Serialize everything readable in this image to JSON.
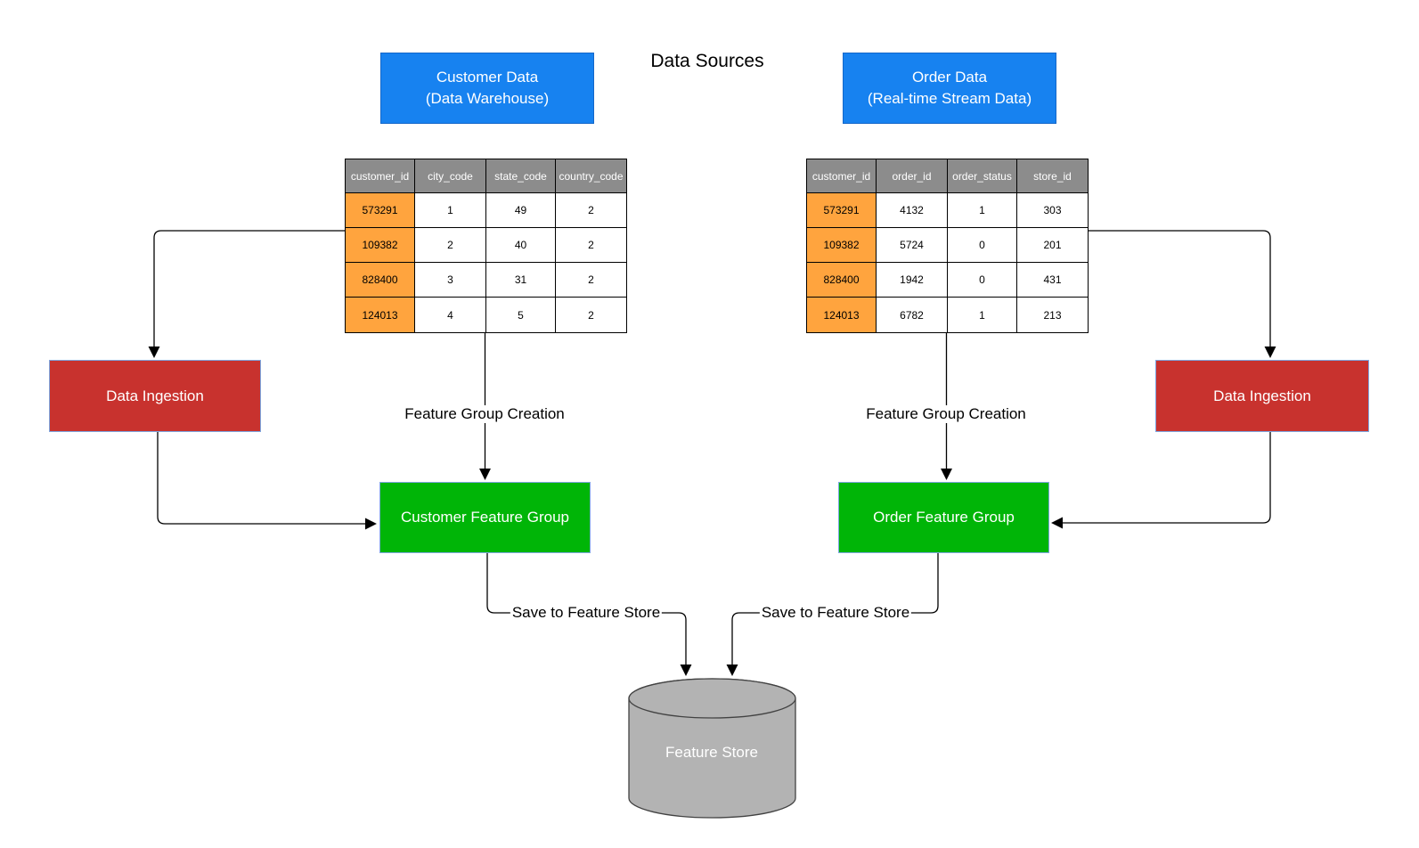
{
  "title": "Data Sources",
  "colors": {
    "source_blue": "#1782F0",
    "ingestion_red": "#C8322E",
    "feature_group_green": "#00B507",
    "key_column_orange": "#FFA43E",
    "table_header_gray": "#8C8C8C",
    "feature_store_gray": "#B3B3B3"
  },
  "sources": {
    "customer": {
      "line1": "Customer Data",
      "line2": "(Data Warehouse)"
    },
    "order": {
      "line1": "Order Data",
      "line2": "(Real-time Stream Data)"
    }
  },
  "tables": {
    "customer": {
      "headers": [
        "customer_id",
        "city_code",
        "state_code",
        "country_code"
      ],
      "rows": [
        [
          "573291",
          "1",
          "49",
          "2"
        ],
        [
          "109382",
          "2",
          "40",
          "2"
        ],
        [
          "828400",
          "3",
          "31",
          "2"
        ],
        [
          "124013",
          "4",
          "5",
          "2"
        ]
      ]
    },
    "order": {
      "headers": [
        "customer_id",
        "order_id",
        "order_status",
        "store_id"
      ],
      "rows": [
        [
          "573291",
          "4132",
          "1",
          "303"
        ],
        [
          "109382",
          "5724",
          "0",
          "201"
        ],
        [
          "828400",
          "1942",
          "0",
          "431"
        ],
        [
          "124013",
          "6782",
          "1",
          "213"
        ]
      ]
    }
  },
  "nodes": {
    "data_ingestion_left": "Data Ingestion",
    "data_ingestion_right": "Data Ingestion",
    "customer_feature_group": "Customer Feature Group",
    "order_feature_group": "Order Feature Group",
    "feature_store": "Feature Store"
  },
  "edge_labels": {
    "feature_group_creation_left": "Feature Group Creation",
    "feature_group_creation_right": "Feature Group Creation",
    "save_to_feature_store_left": "Save to Feature Store",
    "save_to_feature_store_right": "Save to Feature Store"
  }
}
